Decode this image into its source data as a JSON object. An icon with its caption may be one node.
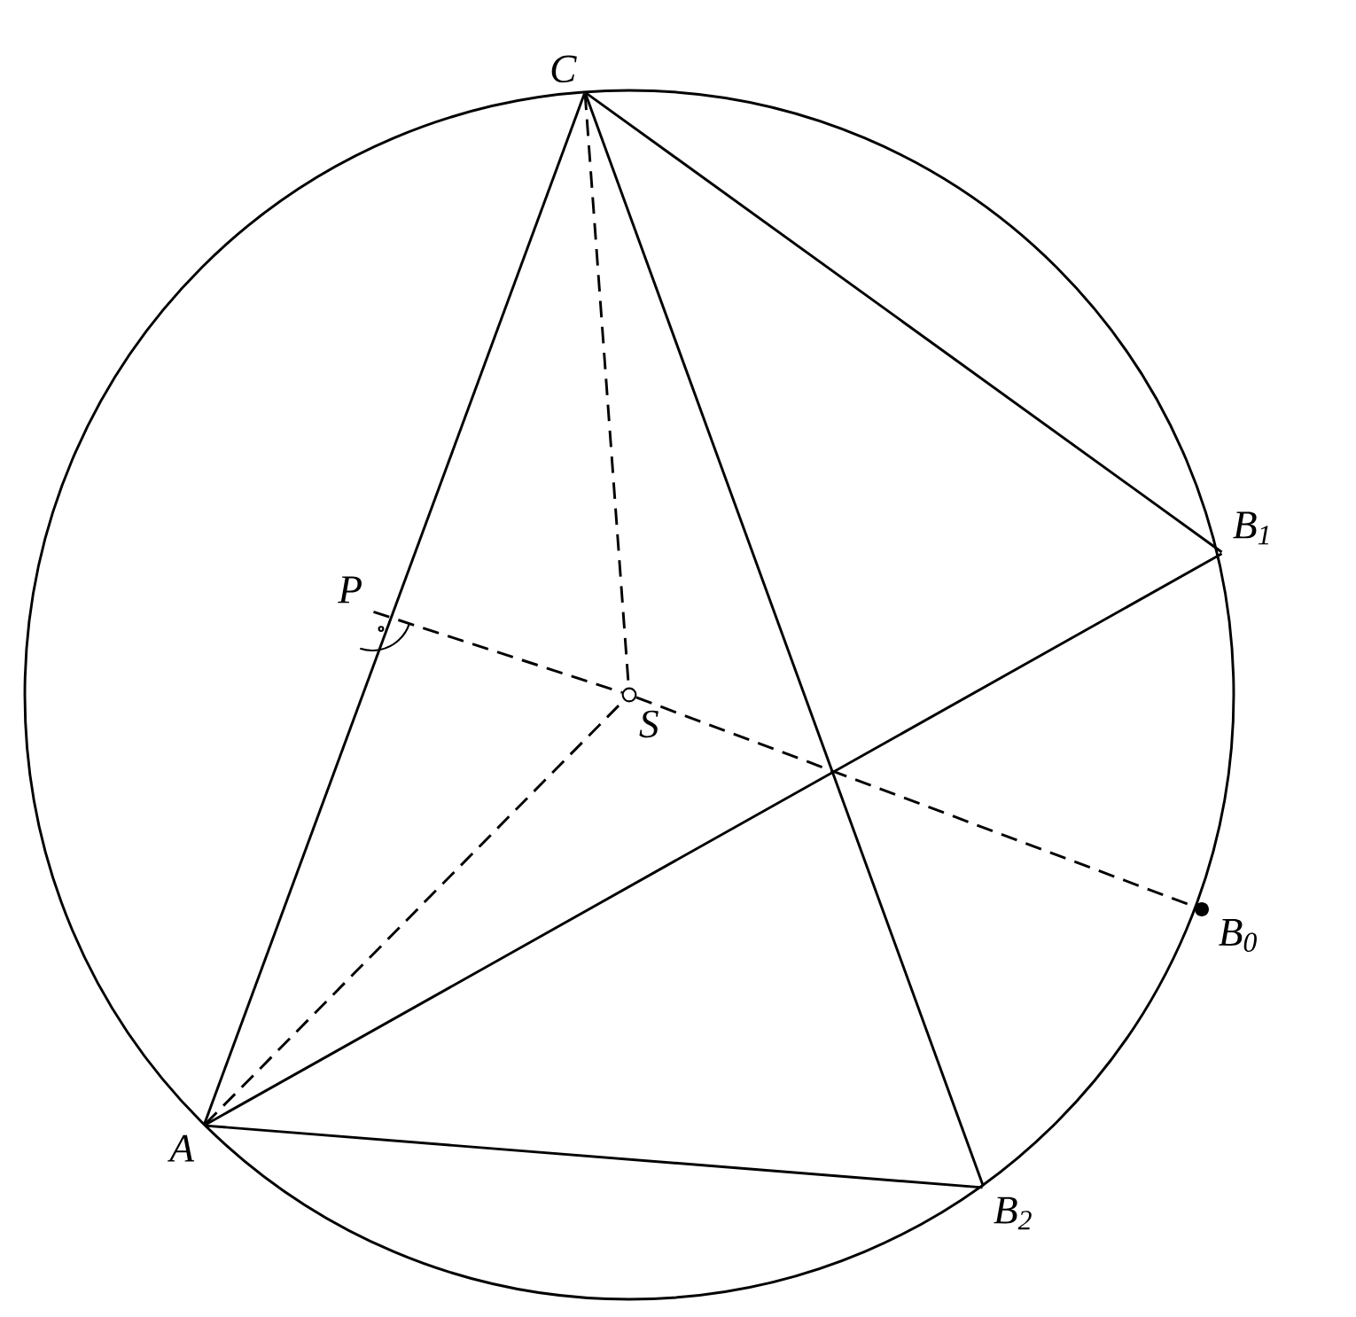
{
  "diagram": {
    "nodes": [
      {
        "text": [
          "C"
        ]
      },
      {
        "text": [
          "B$_{1}$"
        ]
      },
      {
        "text": [
          "P"
        ]
      },
      {
        "text": [
          "S"
        ]
      },
      {
        "text": [
          "B$_{0}$"
        ]
      },
      {
        "text": [
          "A"
        ]
      },
      {
        "text": [
          "B$_{2}$"
        ]
      }
    ],
    "edges": [
      {
        "from": 0,
        "to": 5,
        "arrow": "none"
      },
      {
        "from": 0,
        "to": 1,
        "arrow": "none"
      },
      {
        "from": 0,
        "to": 6,
        "arrow": "none"
      },
      {
        "from": 5,
        "to": 1,
        "arrow": "none"
      },
      {
        "from": 5,
        "to": 6,
        "arrow": "none"
      },
      {
        "from": 0,
        "to": 3,
        "arrow": "none",
        "style": "dashed"
      },
      {
        "from": 5,
        "to": 3,
        "arrow": "none",
        "style": "dashed"
      },
      {
        "from": 2,
        "to": 3,
        "arrow": "none",
        "style": "dashed"
      },
      {
        "from": 3,
        "to": 4,
        "arrow": "none",
        "style": "dashed"
      }
    ]
  }
}
